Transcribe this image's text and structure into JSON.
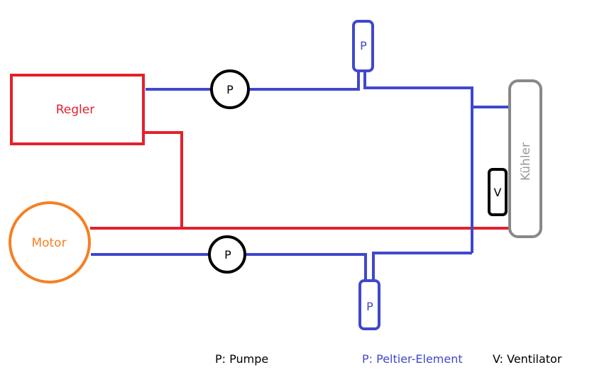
{
  "diagram": {
    "colors": {
      "controller": "#e3212b",
      "motor": "#f58025",
      "coolant": "#3f48cc",
      "pump": "#000000",
      "radiator": "#888888",
      "fan": "#000000"
    },
    "components": {
      "controller": {
        "label": "Regler"
      },
      "motor": {
        "label": "Motor"
      },
      "radiator": {
        "label": "Kühler"
      },
      "pump_top": {
        "label": "P"
      },
      "pump_bottom": {
        "label": "P"
      },
      "peltier_top": {
        "label": "P"
      },
      "peltier_bottom": {
        "label": "P"
      },
      "fan": {
        "label": "V"
      }
    },
    "legend": [
      {
        "label": "P: Pumpe",
        "color": "#000000"
      },
      {
        "label": "P: Peltier-Element",
        "color": "#3f48cc"
      },
      {
        "label": "V: Ventilator",
        "color": "#000000"
      }
    ]
  }
}
